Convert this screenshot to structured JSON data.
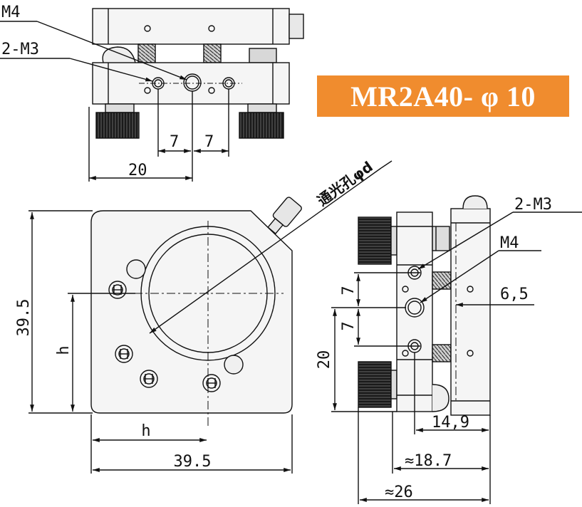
{
  "title": "MR2A40- φ 10",
  "colors": {
    "badge_bg": "#f08c2e",
    "badge_text": "#ffffff",
    "line": "#111111",
    "body_fill": "#f2f2f2",
    "knob": "#1a1a1a"
  },
  "labels": {
    "top_view": {
      "thread_m4": "M4",
      "thread_2m3": "2-M3",
      "dim_7_left": "7",
      "dim_7_right": "7",
      "dim_20": "20"
    },
    "front_view": {
      "aperture": "通光孔φd",
      "height": "39.5",
      "width": "39.5",
      "h_vertical": "h",
      "h_horizontal": "h"
    },
    "side_view": {
      "thread_2m3": "2-M3",
      "thread_m4": "M4",
      "dim_7_upper": "7",
      "dim_7_lower": "7",
      "dim_20": "20",
      "dim_6_5": "6,5",
      "dim_14_9": "14,9",
      "dim_18_7": "≈18.7",
      "dim_26": "≈26"
    }
  }
}
